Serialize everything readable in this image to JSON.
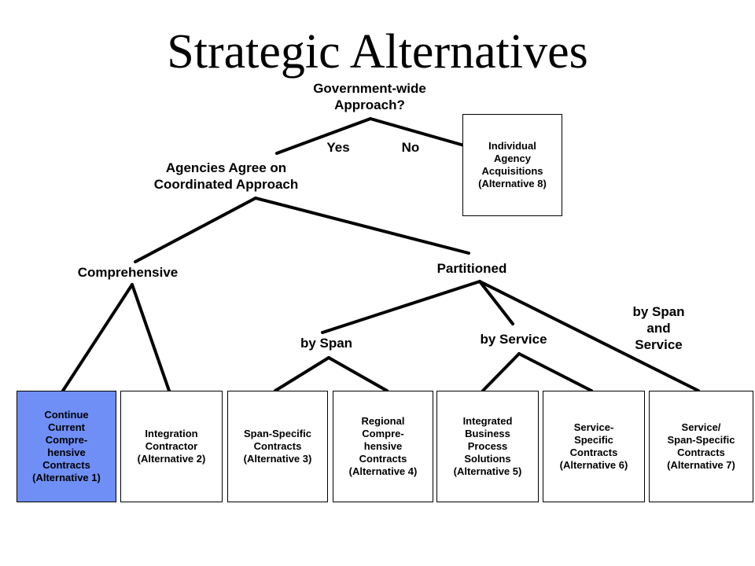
{
  "title": "Strategic Alternatives",
  "nodes": {
    "gov_wide": "Government-wide\nApproach?",
    "yes": "Yes",
    "no": "No",
    "agencies": "Agencies Agree on\nCoordinated Approach",
    "comprehensive": "Comprehensive",
    "partitioned": "Partitioned",
    "by_span": "by Span",
    "by_service": "by Service",
    "by_span_service": "by Span\nand\nService"
  },
  "alternatives": [
    "Continue\nCurrent\nCompre-\nhensive\nContracts\n(Alternative 1)",
    "Integration\nContractor\n(Alternative 2)",
    "Span-Specific\nContracts\n(Alternative 3)",
    "Regional\nCompre-\nhensive\nContracts\n(Alternative 4)",
    "Integrated\nBusiness\nProcess\nSolutions\n(Alternative 5)",
    "Service-\nSpecific\nContracts\n(Alternative 6)",
    "Service/\nSpan-Specific\nContracts\n(Alternative 7)",
    "Individual\nAgency\nAcquisitions\n(Alternative 8)"
  ],
  "colors": {
    "highlight": "#6f8ff7",
    "line": "#000000"
  }
}
